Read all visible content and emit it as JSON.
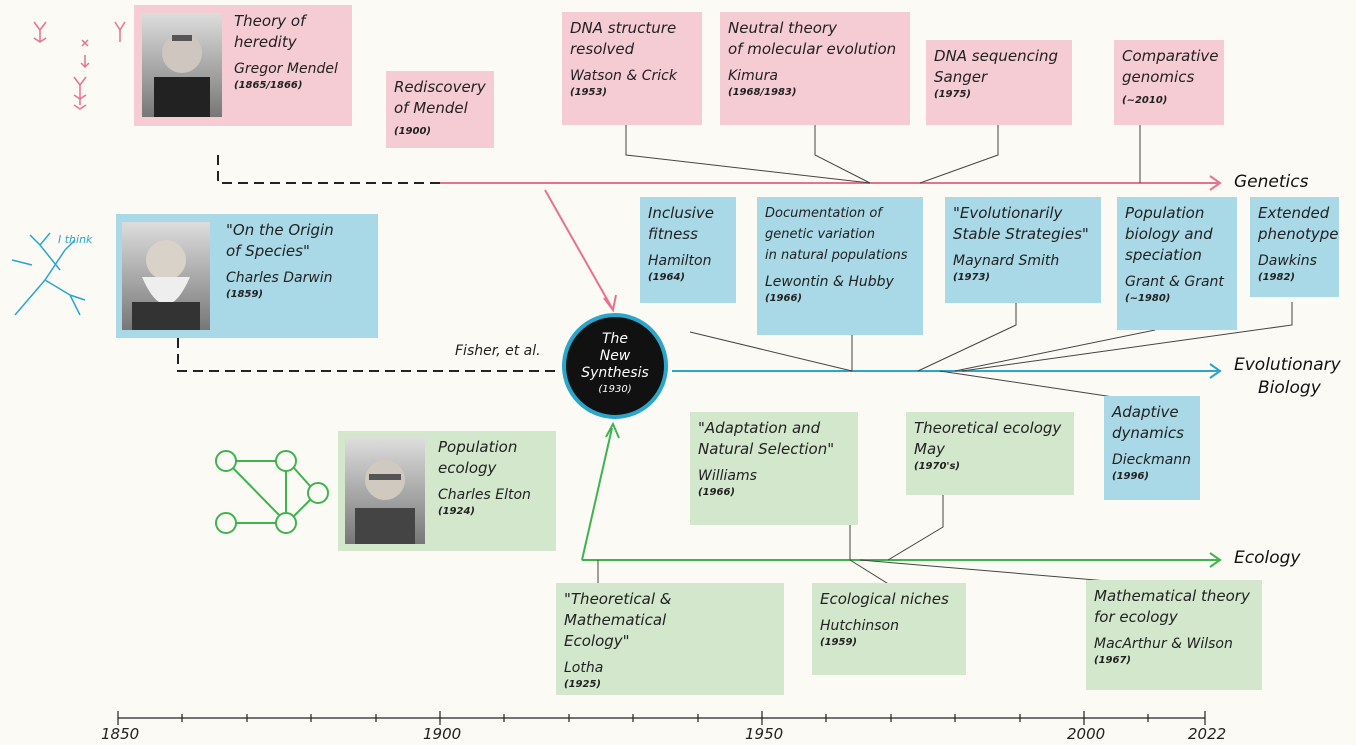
{
  "colors": {
    "genetics": "#e8718f",
    "evolution": "#2aa6c9",
    "ecology": "#3fb34f",
    "dashed": "#222222"
  },
  "branches": {
    "genetics": "Genetics",
    "evolution_1": "Evolutionary",
    "evolution_2": "Biology",
    "ecology": "Ecology"
  },
  "fisher": "Fisher, et al.",
  "annotation": "I think",
  "new_synthesis": {
    "l1": "The",
    "l2": "New",
    "l3": "Synthesis",
    "year": "(1930)"
  },
  "axis": {
    "ticks": [
      "1850",
      "1900",
      "1950",
      "2000",
      "2022"
    ]
  },
  "genetics": [
    {
      "title_1": "Theory of",
      "title_2": "heredity",
      "author": "Gregor Mendel",
      "year": "(1865/1866)"
    },
    {
      "title_1": "Rediscovery",
      "title_2": "of Mendel",
      "year": "(1900)"
    },
    {
      "title_1": "DNA structure",
      "title_2": "resolved",
      "author": "Watson & Crick",
      "year": "(1953)"
    },
    {
      "title_1": "Neutral theory",
      "title_2": "of molecular evolution",
      "author": "Kimura",
      "year": "(1968/1983)"
    },
    {
      "title_1": "DNA sequencing",
      "author": "Sanger",
      "year": "(1975)"
    },
    {
      "title_1": "Comparative",
      "title_2": "genomics",
      "year": "(~2010)"
    }
  ],
  "evolution": [
    {
      "title_1": "\"On the Origin",
      "title_2": "of Species\"",
      "author": "Charles Darwin",
      "year": "(1859)"
    },
    {
      "title_1": "Inclusive",
      "title_2": "fitness",
      "author": "Hamilton",
      "year": "(1964)"
    },
    {
      "title_1": "Documentation of",
      "title_2": "genetic variation",
      "title_3": "in natural populations",
      "author": "Lewontin & Hubby",
      "year": "(1966)"
    },
    {
      "title_1": "\"Evolutionarily",
      "title_2": "Stable Strategies\"",
      "author": "Maynard Smith",
      "year": "(1973)"
    },
    {
      "title_1": "Population",
      "title_2": "biology and",
      "title_3": "speciation",
      "author": "Grant & Grant",
      "year": "(~1980)"
    },
    {
      "title_1": "Extended",
      "title_2": "phenotype",
      "author": "Dawkins",
      "year": "(1982)"
    },
    {
      "title_1": "Adaptive",
      "title_2": "dynamics",
      "author": "Dieckmann",
      "year": "(1996)"
    }
  ],
  "ecology": [
    {
      "title_1": "Population",
      "title_2": "ecology",
      "author": "Charles Elton",
      "year": "(1924)"
    },
    {
      "title_1": "\"Adaptation and",
      "title_2": "Natural Selection\"",
      "author": "Williams",
      "year": "(1966)"
    },
    {
      "title_1": "Theoretical ecology",
      "author": "May",
      "year": "(1970's)"
    },
    {
      "title_1": "\"Theoretical & Mathematical",
      "title_2": "Ecology\"",
      "author": "Lotha",
      "year": "(1925)"
    },
    {
      "title_1": "Ecological niches",
      "author": "Hutchinson",
      "year": "(1959)"
    },
    {
      "title_1": "Mathematical theory",
      "title_2": "for ecology",
      "author": "MacArthur & Wilson",
      "year": "(1967)"
    }
  ]
}
